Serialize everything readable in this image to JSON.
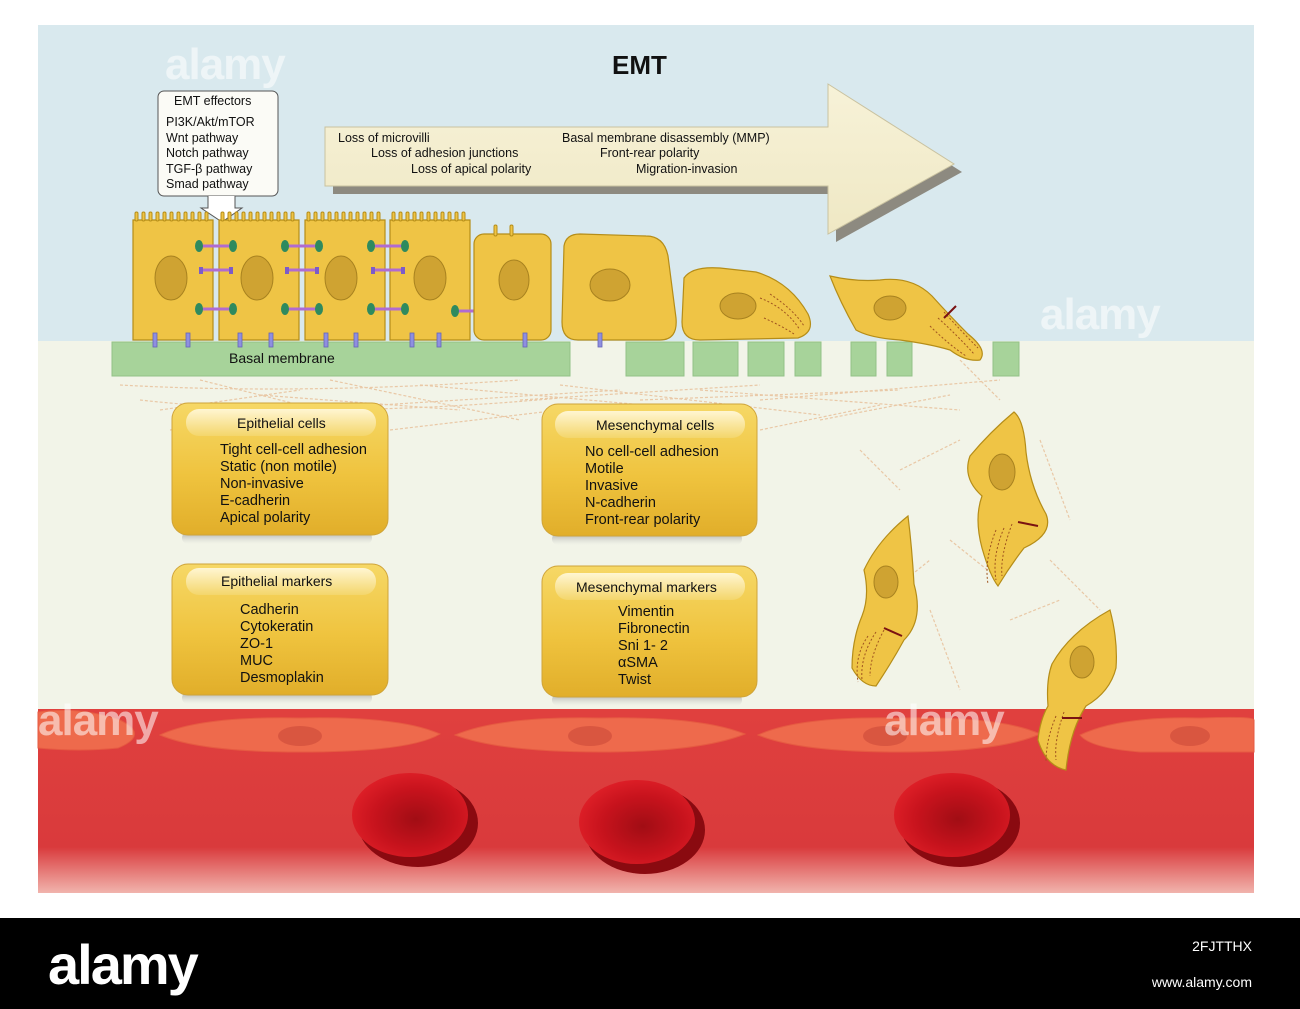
{
  "title": "EMT",
  "effectors": {
    "heading": "EMT effectors",
    "items": [
      "PI3K/Akt/mTOR",
      "Wnt pathway",
      "Notch pathway",
      "TGF-β pathway",
      "Smad pathway"
    ]
  },
  "arrow": {
    "col1": [
      "Loss of microvilli",
      "Loss of adhesion junctions",
      "Loss of apical polarity"
    ],
    "col2": [
      "Basal membrane disassembly (MMP)",
      "Front-rear polarity",
      "Migration-invasion"
    ]
  },
  "basal_membrane_label": "Basal membrane",
  "epithelial_cells": {
    "heading": "Epithelial cells",
    "items": [
      "Tight cell-cell adhesion",
      "Static (non motile)",
      "Non-invasive",
      "E-cadherin",
      "Apical polarity"
    ]
  },
  "mesenchymal_cells": {
    "heading": "Mesenchymal cells",
    "items": [
      "No cell-cell adhesion",
      "Motile",
      "Invasive",
      "N-cadherin",
      "Front-rear polarity"
    ]
  },
  "epithelial_markers": {
    "heading": "Epithelial markers",
    "items": [
      "Cadherin",
      "Cytokeratin",
      "ZO-1",
      "MUC",
      "Desmoplakin"
    ]
  },
  "mesenchymal_markers": {
    "heading": "Mesenchymal markers",
    "items": [
      "Vimentin",
      "Fibronectin",
      "Sni 1- 2",
      "αSMA",
      "Twist"
    ]
  },
  "watermark": "alamy",
  "footer": {
    "logo": "alamy",
    "image_id": "2FJTTHX",
    "url": "www.alamy.com"
  },
  "colors": {
    "sky": "#d9e9ee",
    "tissue": "#f2f4e8",
    "basal_membrane": "#a7d39a",
    "cell_fill": "#efc445",
    "cell_stroke": "#b58d18",
    "nucleus": "#cfa332",
    "vessel": "#d9383c",
    "endothelium": "#ee6a4c",
    "rbc": "#c4131c",
    "footer": "#000000"
  }
}
